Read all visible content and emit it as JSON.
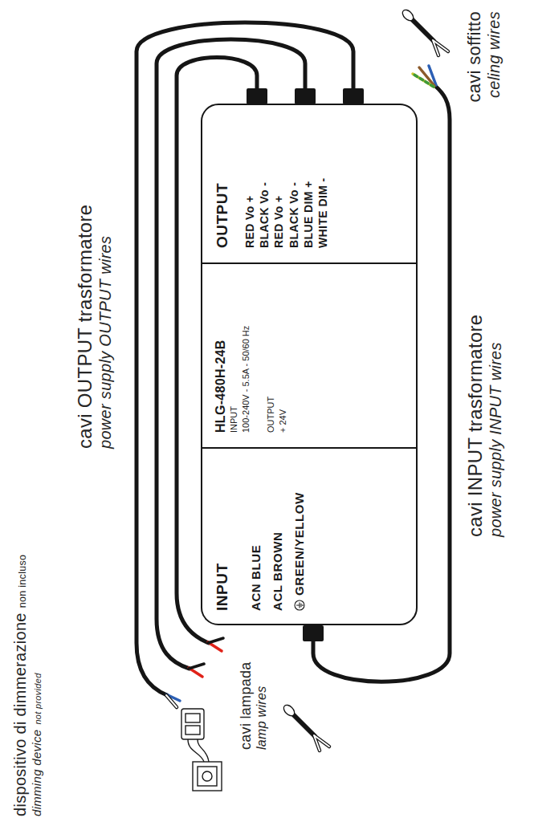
{
  "diagram": {
    "nodes": [
      {
        "text": [
          "INPUT",
          "ACN BLUE",
          "ACL BROWN",
          "GREEN/YELLOW"
        ]
      },
      {
        "text": [
          "HLG-480H-24B",
          "INPUT",
          "100-240V - 5.5A - 50/60 Hz",
          "OUTPUT",
          "+ 24V"
        ]
      },
      {
        "text": [
          "OUTPUT",
          "RED Vo +",
          "BLACK Vo -",
          "RED Vo +",
          "BLACK Vo -",
          "BLUE DIM +",
          "WHITE DIM -"
        ]
      }
    ],
    "labels": [
      "dispositivo di dimmerazione",
      "non incluso",
      "dimming device",
      "not provided",
      "cavi lampada",
      "lamp wires",
      "cavi OUTPUT trasformatore",
      "power supply OUTPUT wires",
      "cavi INPUT trasformatore",
      "power supply INPUT wires",
      "cavi soffitto",
      "celing wires"
    ]
  }
}
